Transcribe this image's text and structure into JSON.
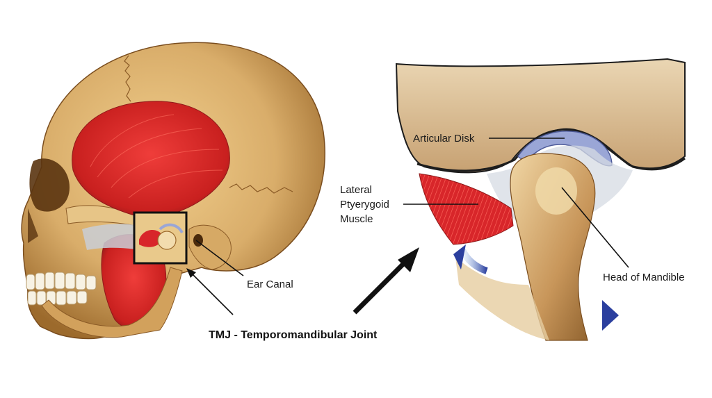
{
  "labels": {
    "articular_disk": "Articular Disk",
    "lateral_pterygoid_line1": "Lateral",
    "lateral_pterygoid_line2": "Ptyerygoid",
    "lateral_pterygoid_line3": "Muscle",
    "head_of_mandible": "Head of Mandible",
    "ear_canal": "Ear Canal",
    "tmj": "TMJ - Temporomandibular Joint"
  },
  "colors": {
    "bone": "#d9ad6a",
    "bone_dark": "#9c6a2c",
    "muscle": "#d8262a",
    "tendon": "#c9ced6",
    "disk": "#9aa6d6",
    "arrow_blue": "#2f5fb0"
  }
}
